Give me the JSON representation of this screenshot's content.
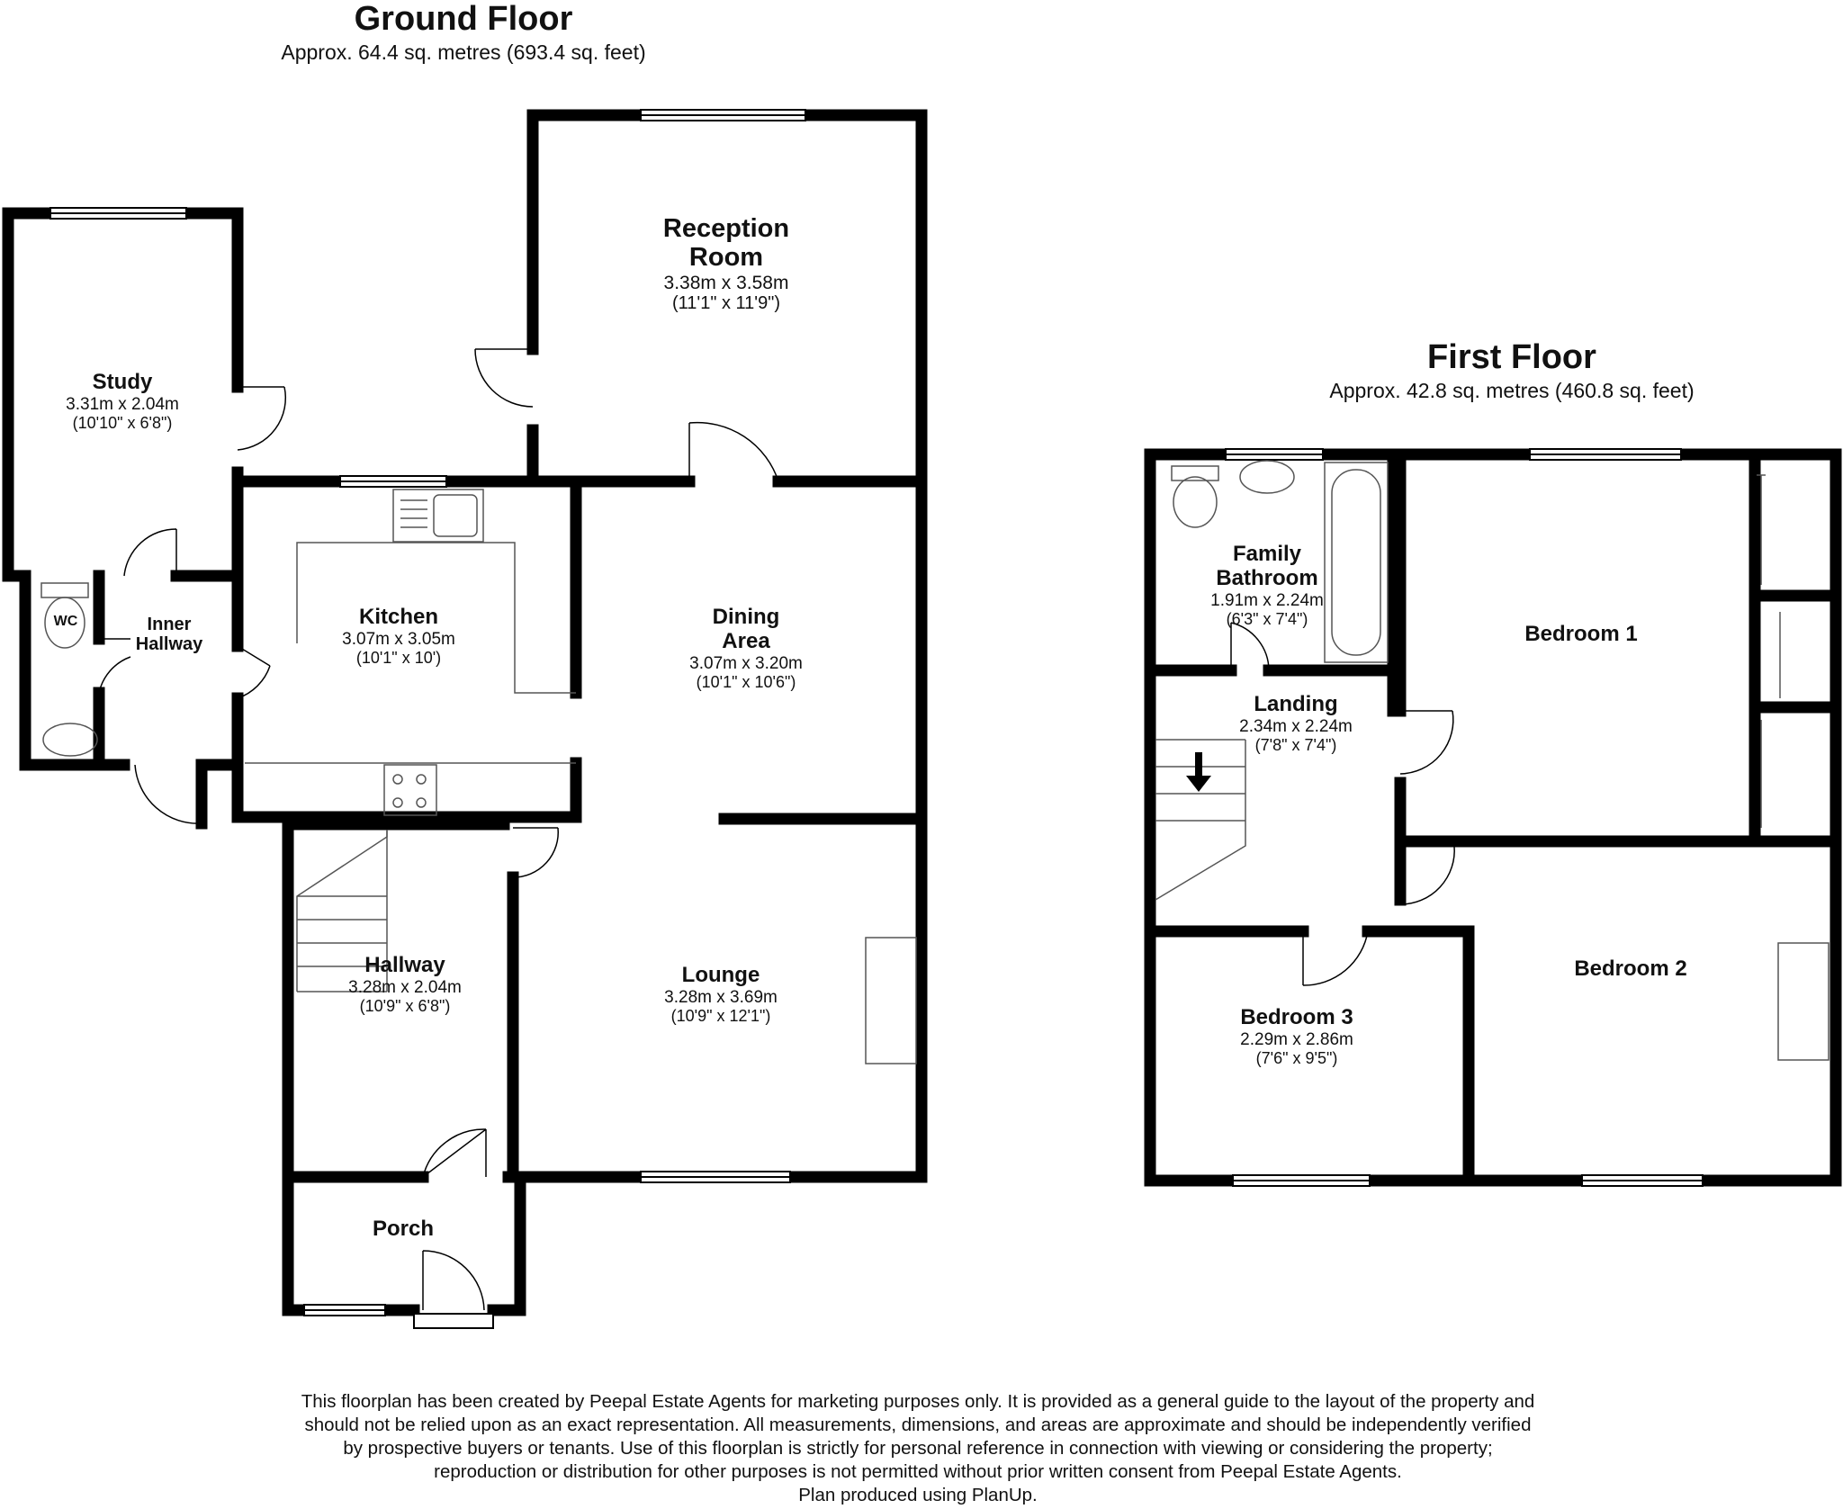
{
  "ground_floor": {
    "title": "Ground Floor",
    "area": "Approx. 64.4 sq. metres (693.4 sq. feet)",
    "rooms": [
      {
        "name": "Reception Room",
        "lines": [
          "Reception",
          "Room"
        ],
        "metric": "3.38m x 3.58m",
        "imperial": "(11'1\" x 11'9\")"
      },
      {
        "name": "Study",
        "metric": "3.31m x 2.04m",
        "imperial": "(10'10\" x 6'8\")"
      },
      {
        "name": "Kitchen",
        "metric": "3.07m x 3.05m",
        "imperial": "(10'1\" x 10')"
      },
      {
        "name": "Dining Area",
        "lines": [
          "Dining",
          "Area"
        ],
        "metric": "3.07m x 3.20m",
        "imperial": "(10'1\" x 10'6\")"
      },
      {
        "name": "Inner Hallway",
        "lines": [
          "Inner",
          "Hallway"
        ]
      },
      {
        "name": "WC"
      },
      {
        "name": "Hallway",
        "metric": "3.28m x 2.04m",
        "imperial": "(10'9\" x 6'8\")"
      },
      {
        "name": "Lounge",
        "metric": "3.28m x 3.69m",
        "imperial": "(10'9\" x 12'1\")"
      },
      {
        "name": "Porch"
      }
    ]
  },
  "first_floor": {
    "title": "First Floor",
    "area": "Approx. 42.8 sq. metres (460.8 sq. feet)",
    "rooms": [
      {
        "name": "Family Bathroom",
        "lines": [
          "Family",
          "Bathroom"
        ],
        "metric": "1.91m x 2.24m",
        "imperial": "(6'3\" x 7'4\")"
      },
      {
        "name": "Bedroom 1"
      },
      {
        "name": "Landing",
        "metric": "2.34m x 2.24m",
        "imperial": "(7'8\" x 7'4\")"
      },
      {
        "name": "Bedroom 2"
      },
      {
        "name": "Bedroom 3",
        "metric": "2.29m x 2.86m",
        "imperial": "(7'6\" x 9'5\")"
      }
    ]
  },
  "disclaimer": [
    "This floorplan has been created by Peepal Estate Agents for marketing purposes only. It is provided as a general guide to the layout of the property and",
    "should not be relied upon as an exact representation. All measurements, dimensions, and areas are approximate and should be independently verified",
    "by prospective buyers or tenants. Use of this floorplan is strictly for personal reference in connection with viewing or considering the property;",
    "reproduction or distribution for other purposes is not permitted without prior written consent from Peepal Estate Agents.",
    "Plan produced using PlanUp."
  ],
  "colors": {
    "wall": "#000000",
    "background": "#ffffff",
    "fixture_stroke": "#666666"
  }
}
